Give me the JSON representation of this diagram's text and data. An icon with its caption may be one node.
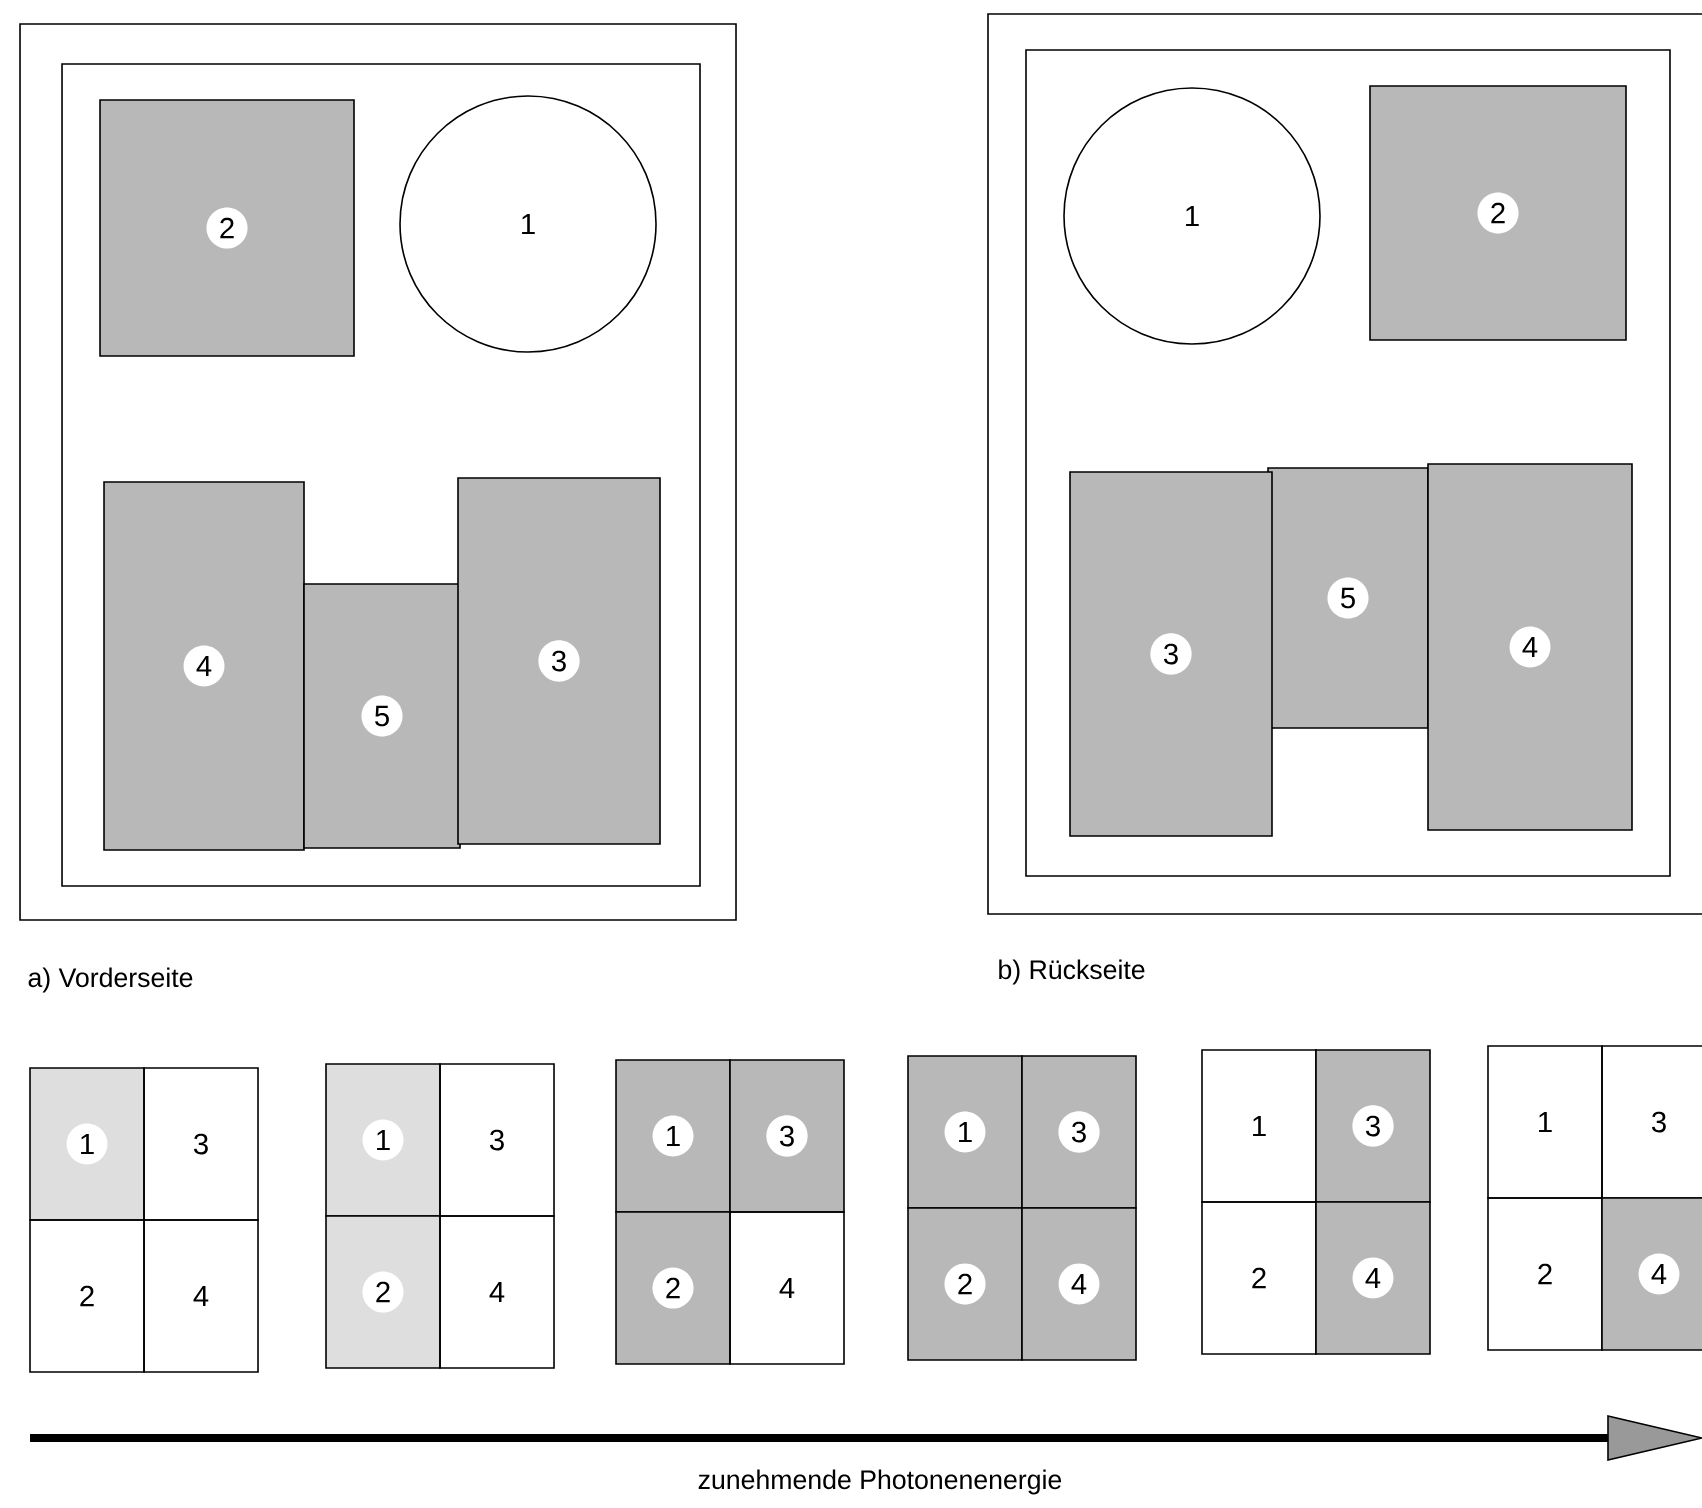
{
  "diagram": {
    "nodes": [
      {
        "text": [
          "a) Vorderseite"
        ]
      },
      {
        "text": [
          "2"
        ],
        "in": 0
      },
      {
        "text": [
          "1"
        ],
        "in": 0
      },
      {
        "text": [
          "4"
        ],
        "in": 0
      },
      {
        "text": [
          "5"
        ],
        "in": 0
      },
      {
        "text": [
          "3"
        ],
        "in": 0
      },
      {
        "text": [
          "b) Rückseite"
        ]
      },
      {
        "text": [
          "1"
        ],
        "in": 6
      },
      {
        "text": [
          "2"
        ],
        "in": 6
      },
      {
        "text": [
          "5"
        ],
        "in": 6
      },
      {
        "text": [
          "3"
        ],
        "in": 6
      },
      {
        "text": [
          "4"
        ],
        "in": 6
      },
      {
        "text": [
          "1"
        ]
      },
      {
        "text": [
          "3"
        ]
      },
      {
        "text": [
          "2"
        ]
      },
      {
        "text": [
          "4"
        ]
      },
      {
        "text": [
          "1"
        ]
      },
      {
        "text": [
          "3"
        ]
      },
      {
        "text": [
          "2"
        ]
      },
      {
        "text": [
          "4"
        ]
      },
      {
        "text": [
          "1"
        ]
      },
      {
        "text": [
          "3"
        ]
      },
      {
        "text": [
          "2"
        ]
      },
      {
        "text": [
          "4"
        ]
      },
      {
        "text": [
          "1"
        ]
      },
      {
        "text": [
          "3"
        ]
      },
      {
        "text": [
          "2"
        ]
      },
      {
        "text": [
          "4"
        ]
      },
      {
        "text": [
          "1"
        ]
      },
      {
        "text": [
          "3"
        ]
      },
      {
        "text": [
          "2"
        ]
      },
      {
        "text": [
          "4"
        ]
      },
      {
        "text": [
          "1"
        ]
      },
      {
        "text": [
          "3"
        ]
      },
      {
        "text": [
          "2"
        ]
      },
      {
        "text": [
          "4"
        ]
      }
    ],
    "labels": [
      "zunehmende Photonenenergie"
    ]
  }
}
